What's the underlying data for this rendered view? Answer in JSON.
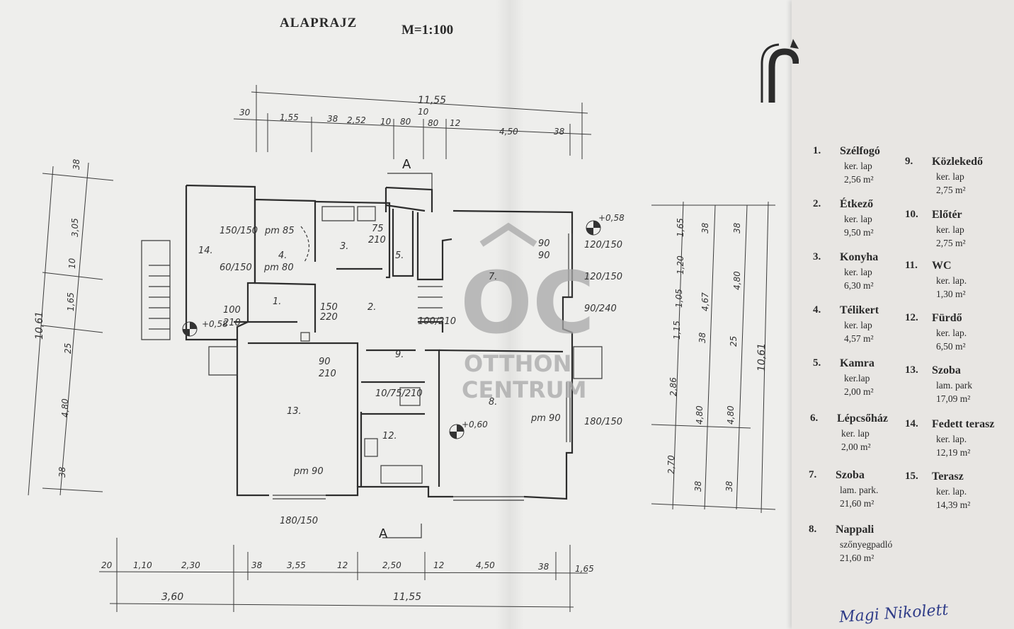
{
  "header": {
    "title": "ALAPRAJZ",
    "scale": "M=1:100"
  },
  "section_marker": "A",
  "plan": {
    "rooms": [
      {
        "no": "1.",
        "w": "100",
        "h": "210"
      },
      {
        "no": "2.",
        "w": "150",
        "h": "220"
      },
      {
        "no": "3.",
        "w": "75",
        "h": "210"
      },
      {
        "no": "4.",
        "top": "pm 85",
        "bottom": "pm 80"
      },
      {
        "no": "5."
      },
      {
        "no": "7.",
        "w": "90",
        "h": "90"
      },
      {
        "no": "8.",
        "w": "pm 90"
      },
      {
        "no": "9.",
        "w": "90",
        "h": "210"
      },
      {
        "no": "12."
      },
      {
        "no": "13.",
        "w": "pm 90"
      },
      {
        "no": "14."
      }
    ],
    "levels": [
      "+0,58",
      "+0,58",
      "+0,60"
    ],
    "window_labels": [
      "150/150",
      "60/150",
      "120/150",
      "120/150",
      "90/240",
      "180/150",
      "180/150",
      "10/75/210",
      "100/210"
    ],
    "dims_top_total": "11,55",
    "dims_top": [
      "30",
      "1,55",
      "38",
      "2,52",
      "10",
      "80",
      "10",
      "80",
      "12",
      "4,50",
      "38"
    ],
    "dims_bottom": [
      "20",
      "1,10",
      "2,30",
      "38",
      "3,55",
      "12",
      "2,50",
      "12",
      "4,50",
      "38",
      "1,65"
    ],
    "dims_bottom_lower": [
      "3,60",
      "11,55"
    ],
    "dims_left": [
      "38",
      "3,05",
      "10",
      "1,65",
      "25",
      "4,80",
      "38"
    ],
    "dims_left_total": "10,61",
    "dims_right_outer": [
      "1,65",
      "1,20",
      "1,05",
      "1,15",
      "2,86",
      "2,70"
    ],
    "dims_right_mid": [
      "38",
      "4,67",
      "38",
      "4,80",
      "38"
    ],
    "dims_right_inner": [
      "38",
      "4,80",
      "25",
      "4,80",
      "38"
    ],
    "dims_right_total": "10,61"
  },
  "watermark": {
    "logo": "OC",
    "line1": "OTTHON",
    "line2": "CENTRUM"
  },
  "legend": [
    {
      "num": "1.",
      "name": "Szélfogó",
      "material": "ker. lap",
      "area": "2,56 m²"
    },
    {
      "num": "2.",
      "name": "Étkező",
      "material": "ker. lap",
      "area": "9,50 m²"
    },
    {
      "num": "3.",
      "name": "Konyha",
      "material": "ker. lap",
      "area": "6,30 m²"
    },
    {
      "num": "4.",
      "name": "Télikert",
      "material": "ker. lap",
      "area": "4,57 m²"
    },
    {
      "num": "5.",
      "name": "Kamra",
      "material": "ker.lap",
      "area": "2,00 m²"
    },
    {
      "num": "6.",
      "name": "Lépcsőház",
      "material": "ker. lap",
      "area": "2,00 m²"
    },
    {
      "num": "7.",
      "name": "Szoba",
      "material": "lam. park.",
      "area": "21,60 m²"
    },
    {
      "num": "8.",
      "name": "Nappali",
      "material": "szőnyegpadló",
      "area": "21,60 m²"
    },
    {
      "num": "9.",
      "name": "Közlekedő",
      "material": "ker. lap",
      "area": "2,75 m²"
    },
    {
      "num": "10.",
      "name": "Előtér",
      "material": "ker. lap",
      "area": "2,75 m²"
    },
    {
      "num": "11.",
      "name": "WC",
      "material": "ker. lap.",
      "area": "1,30 m²"
    },
    {
      "num": "12.",
      "name": "Fürdő",
      "material": "ker. lap.",
      "area": "6,50 m²"
    },
    {
      "num": "13.",
      "name": "Szoba",
      "material": "lam. park",
      "area": "17,09 m²"
    },
    {
      "num": "14.",
      "name": "Fedett terasz",
      "material": "ker. lap.",
      "area": "12,19 m²"
    },
    {
      "num": "15.",
      "name": "Terasz",
      "material": "ker. lap.",
      "area": "14,39 m²"
    }
  ],
  "signature": "Magi Nikolett",
  "colors": {
    "paper": "#eeeeec",
    "ink": "#333333",
    "watermark": "#a8a8a8",
    "signature": "#2f3c88"
  }
}
